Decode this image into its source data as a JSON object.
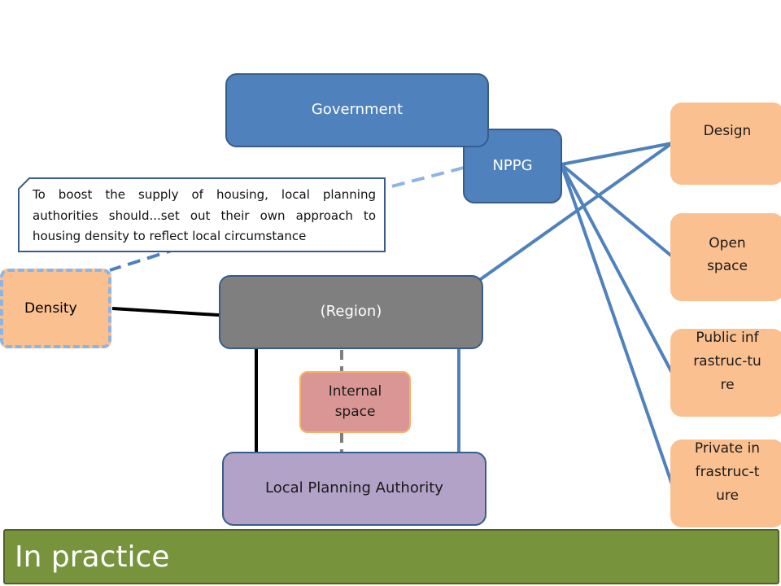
{
  "diagram": {
    "government": "Government",
    "nppg": "NPPG",
    "region": "(Region)",
    "internal_space": "Internal space",
    "lpa": "Local Planning Authority",
    "density": "Density",
    "callout_text": "To boost the supply of housing, local planning authorities should...set out their own approach to housing density to reflect local circumstance",
    "topics": {
      "design": "Design",
      "open_space": "Open space",
      "public_infra": "Public infrastruc-ture",
      "private_infra": "Private infrastruc-ture"
    }
  },
  "footer": {
    "title": "In practice"
  },
  "colors": {
    "blue_box": "#4f81bd",
    "grey_box": "#7f7f7f",
    "lpa_box": "#b2a2c7",
    "peach_box": "#fac090",
    "pink_box": "#d99694",
    "footer_green": "#77933c",
    "connector_blue": "#4f81bd"
  }
}
